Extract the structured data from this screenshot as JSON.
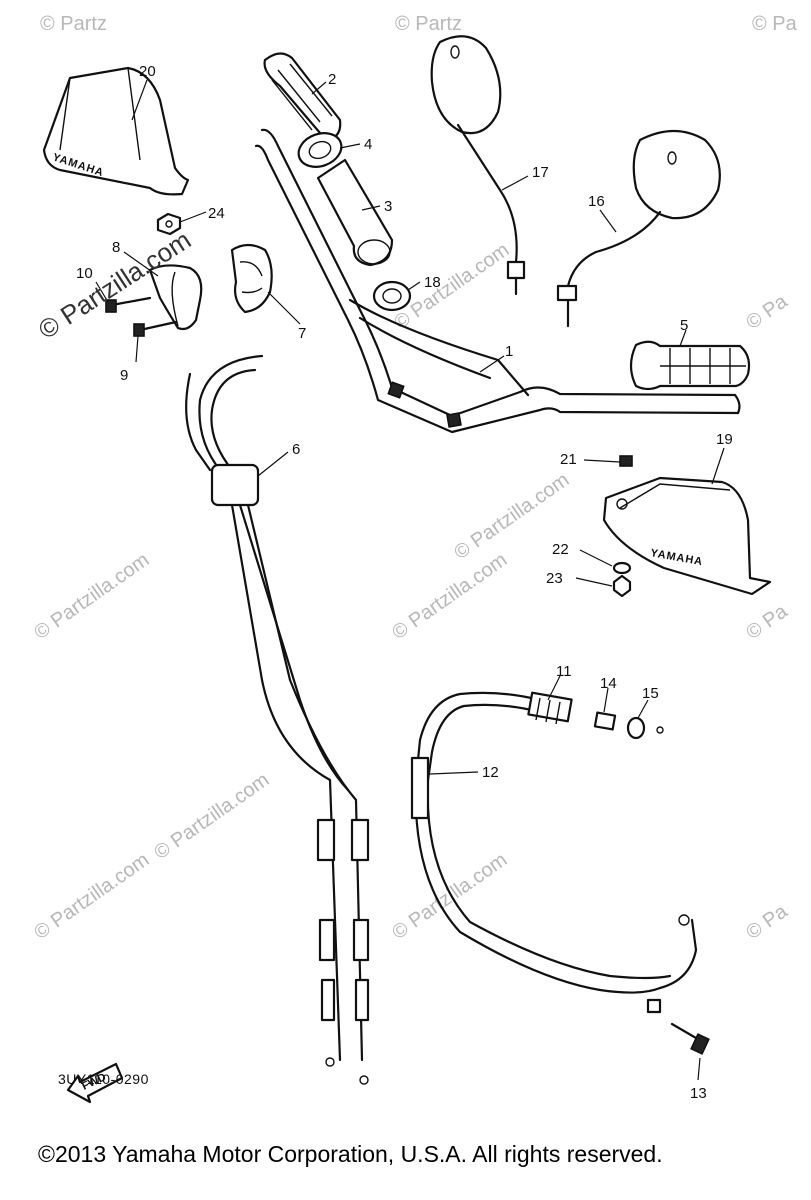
{
  "watermark": {
    "main": "© Partzilla.com",
    "corners": [
      "© Partz",
      "© Partz",
      "© Pa",
      "© Partzilla.com",
      "© Partzilla.com",
      "© Partzilla.com",
      "© Partzilla.com",
      "© Partzilla.com",
      "© Partzilla.com",
      "© Partzilla.com",
      "© Pa",
      "© Pa",
      "© Pa"
    ]
  },
  "callouts": [
    "1",
    "2",
    "3",
    "4",
    "5",
    "6",
    "7",
    "8",
    "9",
    "10",
    "11",
    "12",
    "13",
    "14",
    "15",
    "16",
    "17",
    "18",
    "19",
    "20",
    "21",
    "22",
    "23",
    "24"
  ],
  "brand_marks": [
    "YAMAHA",
    "YAMAHA"
  ],
  "fwd_label": "FWD",
  "diagram_code": "3UY110-0290",
  "copyright": "©2013 Yamaha Motor Corporation, U.S.A. All rights reserved."
}
